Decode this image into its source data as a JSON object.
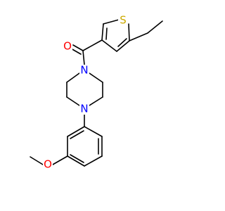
{
  "molecule": {
    "atoms": {
      "oxygen_carbonyl": {
        "symbol": "O",
        "color": "#ff0000"
      },
      "sulfur": {
        "symbol": "S",
        "color": "#ccaa00"
      },
      "nitrogen_top": {
        "symbol": "N",
        "color": "#0000ff"
      },
      "nitrogen_bottom": {
        "symbol": "N",
        "color": "#0000ff"
      },
      "oxygen_methoxy": {
        "symbol": "O",
        "color": "#ff0000"
      }
    },
    "bond_color": "#000000"
  }
}
